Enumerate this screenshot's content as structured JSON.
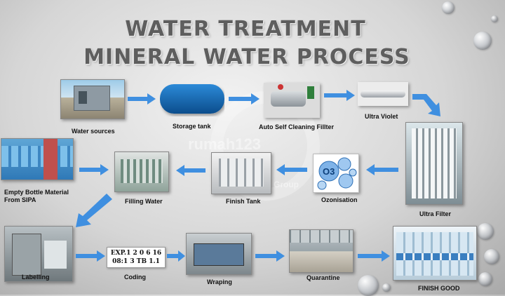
{
  "title_line1": "WATER TREATMENT",
  "title_line2": "MINERAL WATER PROCESS",
  "watermark": "rumah123",
  "watermark_sub": "Group",
  "steps": {
    "water_sources": "Water sources",
    "storage_tank": "Storage tank",
    "auto_filter": "Auto Self Cleaning Fillter",
    "ultra_violet": "Ultra Violet",
    "ultra_filter": "Ultra Filter",
    "ozonisation": "Ozonisation",
    "finish_tank": "Finish Tank",
    "filling_water": "Filling Water",
    "empty_bottle_line1": "Empty Bottle Material",
    "empty_bottle_line2": "From SIPA",
    "labelling": "Labelling",
    "coding": "Coding",
    "wraping": "Wraping",
    "quarantine": "Quarantine",
    "finish_good": "FINISH GOOD"
  },
  "coding_text": {
    "line1": "EXP.1 2 0 6 16",
    "line2": "08:1 3 TB 1.1"
  },
  "ozone_text": "O3",
  "colors": {
    "arrow": "#3f8fe0",
    "title": "#5e5e5e"
  }
}
